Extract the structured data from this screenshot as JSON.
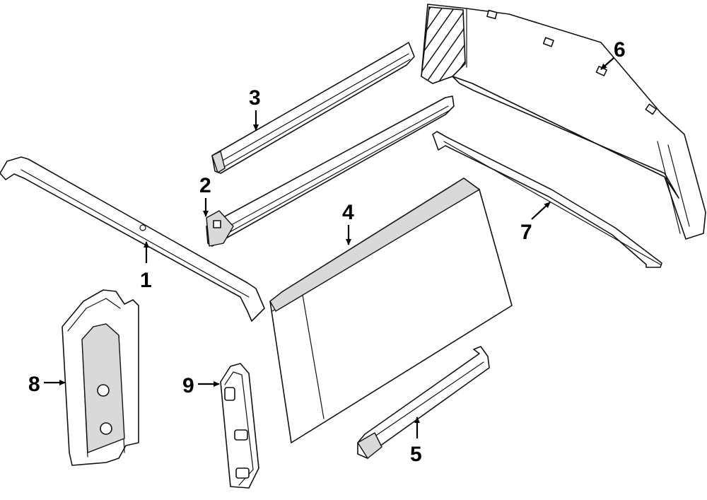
{
  "diagram": {
    "callouts": [
      {
        "id": "1",
        "text": "1"
      },
      {
        "id": "2",
        "text": "2"
      },
      {
        "id": "3",
        "text": "3"
      },
      {
        "id": "4",
        "text": "4"
      },
      {
        "id": "5",
        "text": "5"
      },
      {
        "id": "6",
        "text": "6"
      },
      {
        "id": "7",
        "text": "7"
      },
      {
        "id": "8",
        "text": "8"
      },
      {
        "id": "9",
        "text": "9"
      }
    ],
    "colors": {
      "line": "#111111",
      "shade": "#d9d9d9",
      "background": "#ffffff"
    }
  }
}
